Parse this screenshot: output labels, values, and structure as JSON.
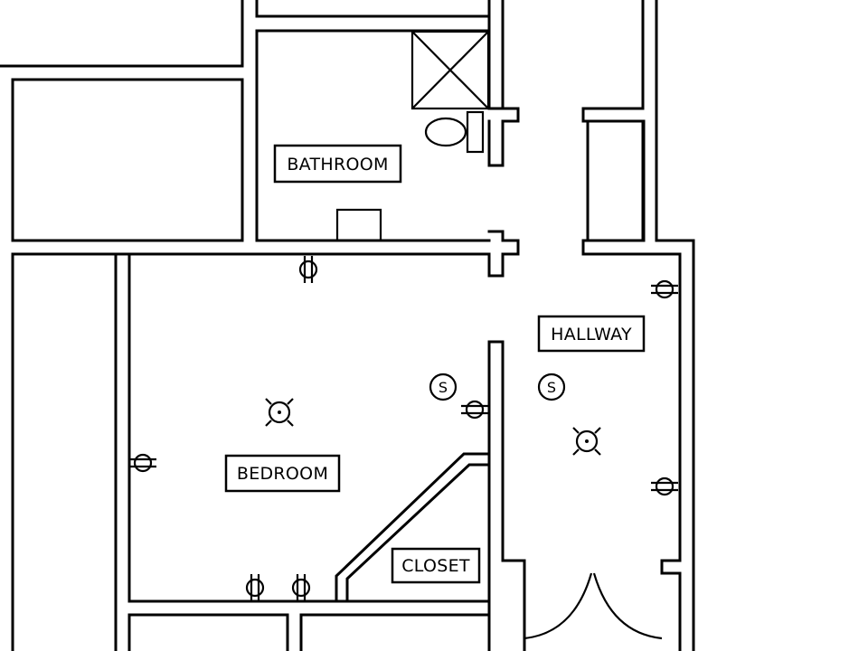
{
  "rooms": [
    {
      "id": "bathroom",
      "label": "BATHROOM"
    },
    {
      "id": "bedroom",
      "label": "BEDROOM"
    },
    {
      "id": "hallway",
      "label": "HALLWAY"
    },
    {
      "id": "closet",
      "label": "CLOSET"
    }
  ],
  "switch_symbol": "S",
  "colors": {
    "line": "#000000",
    "background": "#ffffff"
  }
}
